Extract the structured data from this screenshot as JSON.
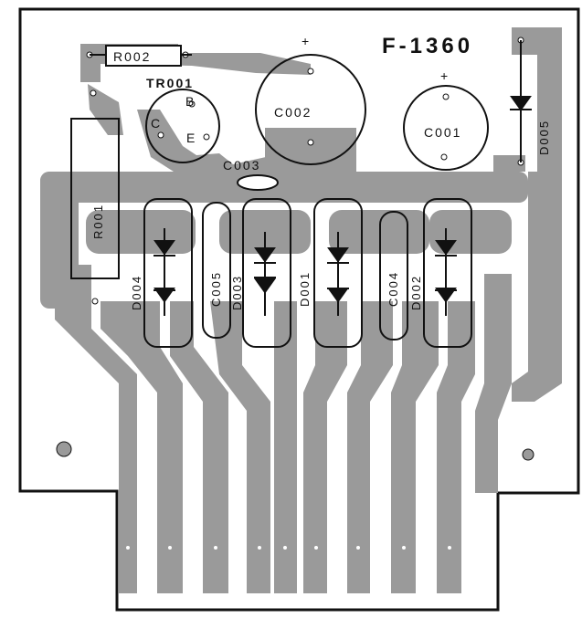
{
  "board": {
    "id_label": "F-1360",
    "colors": {
      "board_bg": "#ffffff",
      "board_outline": "#111111",
      "copper": "#9a9a9a",
      "silkscreen": "#111111",
      "pad": "#ffffff"
    },
    "labels": {
      "r002": "R002",
      "tr001": "TR001",
      "tr_b": "B",
      "tr_c": "C",
      "tr_e": "E",
      "c002": "C002",
      "c002_plus": "+",
      "c001": "C001",
      "c001_plus": "+",
      "c003": "C003",
      "d005": "D005",
      "r001": "R001",
      "d004": "D004",
      "c005": "C005",
      "d003": "D003",
      "d001": "D001",
      "c004": "C004",
      "d002": "D002"
    },
    "icons": {
      "diode_symbol": "diode-icon"
    }
  }
}
